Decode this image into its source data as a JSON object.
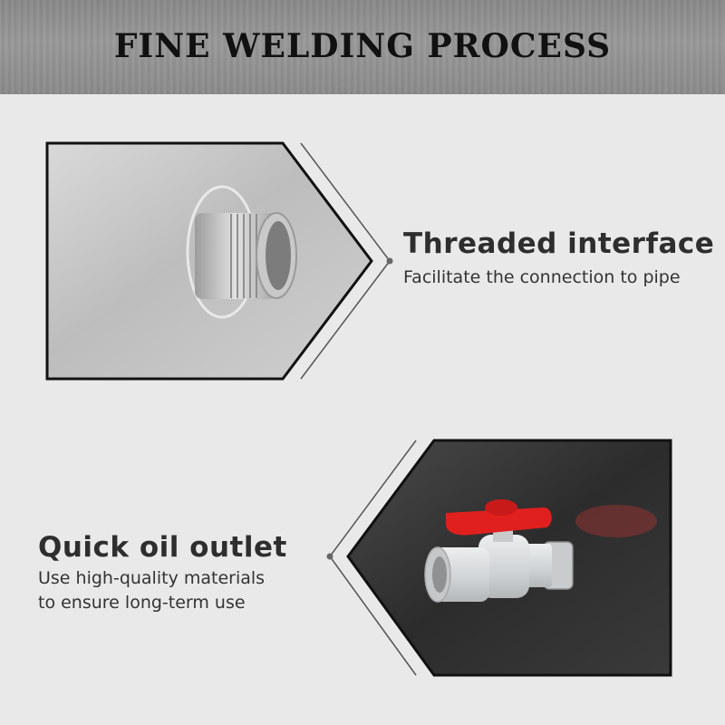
{
  "header": {
    "title": "FINE WELDING PROCESS"
  },
  "features": [
    {
      "heading": "Threaded interface",
      "description": "Facilitate the connection to pipe"
    },
    {
      "heading": "Quick oil outlet",
      "description_lines": [
        "Use high-quality materials",
        "to ensure long-term use"
      ]
    }
  ],
  "colors": {
    "background": "#e9e9e9",
    "frame": "#111111",
    "valve_handle": "#e0201e",
    "valve_body": "#d6d8da"
  },
  "icons": {
    "threaded-fitting": "threaded-pipe-fitting-icon",
    "ball-valve": "ball-valve-icon"
  }
}
